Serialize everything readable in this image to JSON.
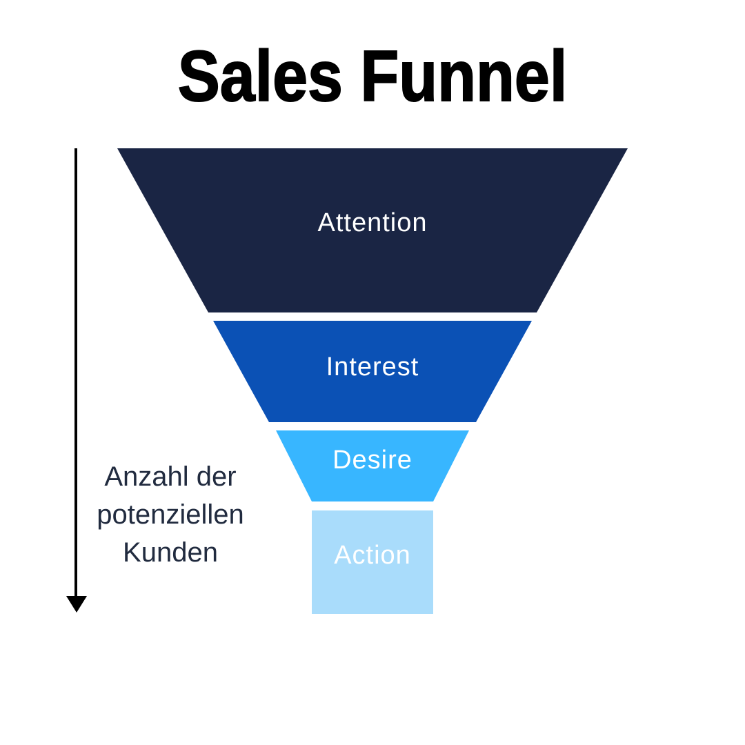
{
  "page": {
    "background": "#ffffff",
    "title": "Sales Funnel",
    "title_color": "#000000"
  },
  "funnel": {
    "label_color": "#ffffff",
    "stages": [
      {
        "label": "Attention",
        "color": "#1a2544"
      },
      {
        "label": "Interest",
        "color": "#0b51b5"
      },
      {
        "label": "Desire",
        "color": "#38b6ff"
      },
      {
        "label": "Action",
        "color": "#a9dcfb"
      }
    ]
  },
  "axis": {
    "label": "Anzahl der potenziellen Kunden",
    "label_lines": [
      "Anzahl der",
      "potenziellen",
      "Kunden"
    ],
    "text_color": "#212b3f",
    "arrow_color": "#000000"
  }
}
